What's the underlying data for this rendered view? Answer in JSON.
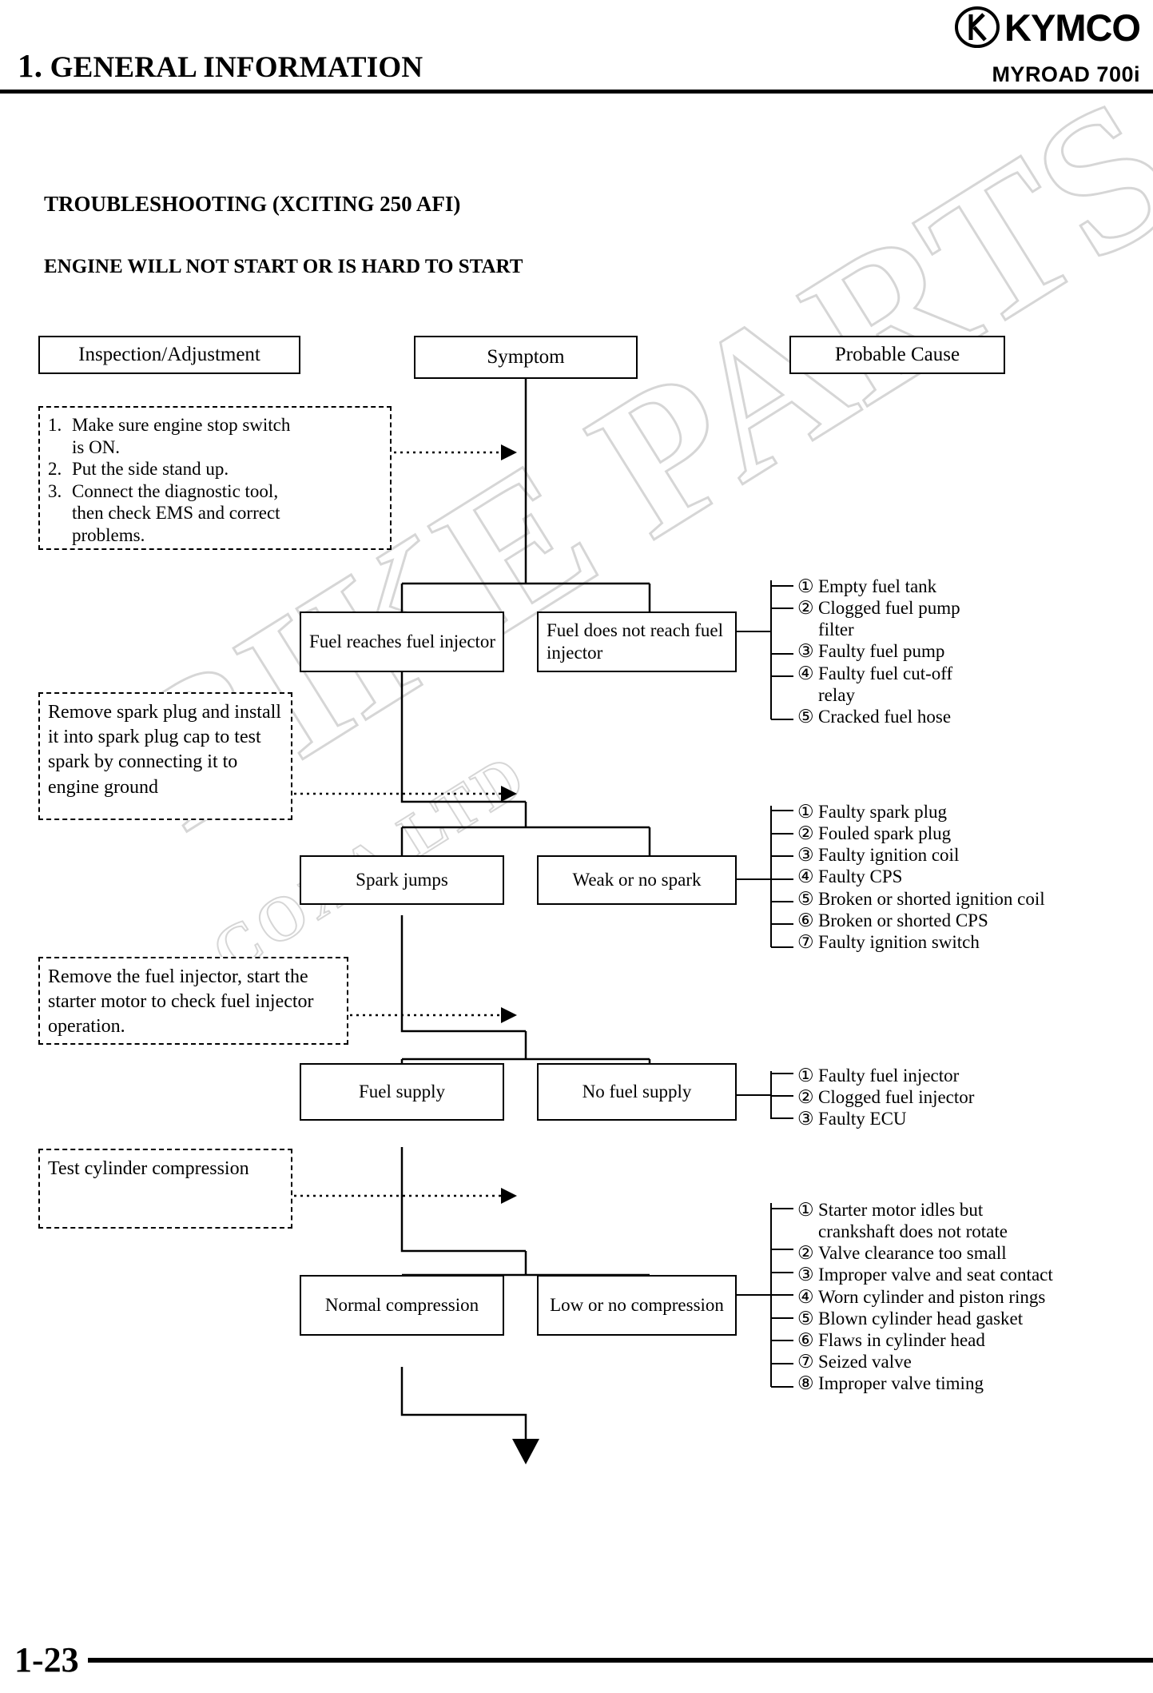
{
  "header": {
    "chapter_number": "1.",
    "chapter_title": "GENERAL INFORMATION",
    "model": "MYROAD 700i",
    "brand": "KYMCO",
    "brand_mark": "K"
  },
  "footer": {
    "page_number": "1-23"
  },
  "titles": {
    "section": "TROUBLESHOOTING (XCITING 250 AFI)",
    "subsection": "ENGINE WILL NOT START OR IS HARD TO START"
  },
  "watermark": {
    "line1": "BIKE PARTS",
    "line2": "COXA LTD"
  },
  "column_headers": {
    "inspection": "Inspection/Adjustment",
    "symptom": "Symptom",
    "probable_cause": "Probable Cause"
  },
  "inspection_steps": {
    "step1_num": "1.",
    "step1_text": "Make sure engine stop switch\nis ON.",
    "step2_num": "2.",
    "step2_text": "Put the side stand up.",
    "step3_num": "3.",
    "step3_text": "Connect the diagnostic tool,\nthen check EMS and correct\nproblems.",
    "inspection2": "Remove spark plug and install it into spark plug cap to test spark by connecting it to engine ground",
    "inspection3": "Remove the fuel injector, start the starter motor to check fuel injector operation.",
    "inspection4": "Test cylinder compression"
  },
  "symptoms": {
    "fuel_reaches": "Fuel reaches fuel injector",
    "fuel_not_reach": "Fuel does not reach fuel injector",
    "spark_jumps": "Spark jumps",
    "weak_no_spark": "Weak or no spark",
    "fuel_supply": "Fuel supply",
    "no_fuel_supply": "No fuel supply",
    "normal_compression": "Normal compression",
    "low_no_compression": "Low or no compression"
  },
  "causes": {
    "fuel": [
      {
        "mark": "①",
        "text": "Empty fuel tank"
      },
      {
        "mark": "②",
        "text": "Clogged fuel pump\n  filter"
      },
      {
        "mark": "③",
        "text": "Faulty fuel pump"
      },
      {
        "mark": "④",
        "text": "Faulty fuel cut-off\n  relay"
      },
      {
        "mark": "⑤",
        "text": "Cracked fuel hose"
      }
    ],
    "spark": [
      {
        "mark": "①",
        "text": "Faulty spark plug"
      },
      {
        "mark": "②",
        "text": "Fouled spark plug"
      },
      {
        "mark": "③",
        "text": "Faulty ignition coil"
      },
      {
        "mark": "④",
        "text": "Faulty CPS"
      },
      {
        "mark": "⑤",
        "text": "Broken or shorted ignition coil"
      },
      {
        "mark": "⑥",
        "text": "Broken or shorted CPS"
      },
      {
        "mark": "⑦",
        "text": "Faulty ignition switch"
      }
    ],
    "injector": [
      {
        "mark": "①",
        "text": "Faulty fuel injector"
      },
      {
        "mark": "②",
        "text": "Clogged fuel injector"
      },
      {
        "mark": "③",
        "text": "Faulty ECU"
      }
    ],
    "compression": [
      {
        "mark": "①",
        "text": "Starter motor idles but\n   crankshaft does not rotate"
      },
      {
        "mark": "②",
        "text": "Valve clearance too small"
      },
      {
        "mark": "③",
        "text": "Improper valve and seat contact"
      },
      {
        "mark": "④",
        "text": "Worn cylinder and piston rings"
      },
      {
        "mark": "⑤",
        "text": "Blown cylinder head gasket"
      },
      {
        "mark": "⑥",
        "text": "Flaws in cylinder head"
      },
      {
        "mark": "⑦",
        "text": "Seized valve"
      },
      {
        "mark": "⑧",
        "text": "Improper valve timing"
      }
    ]
  }
}
